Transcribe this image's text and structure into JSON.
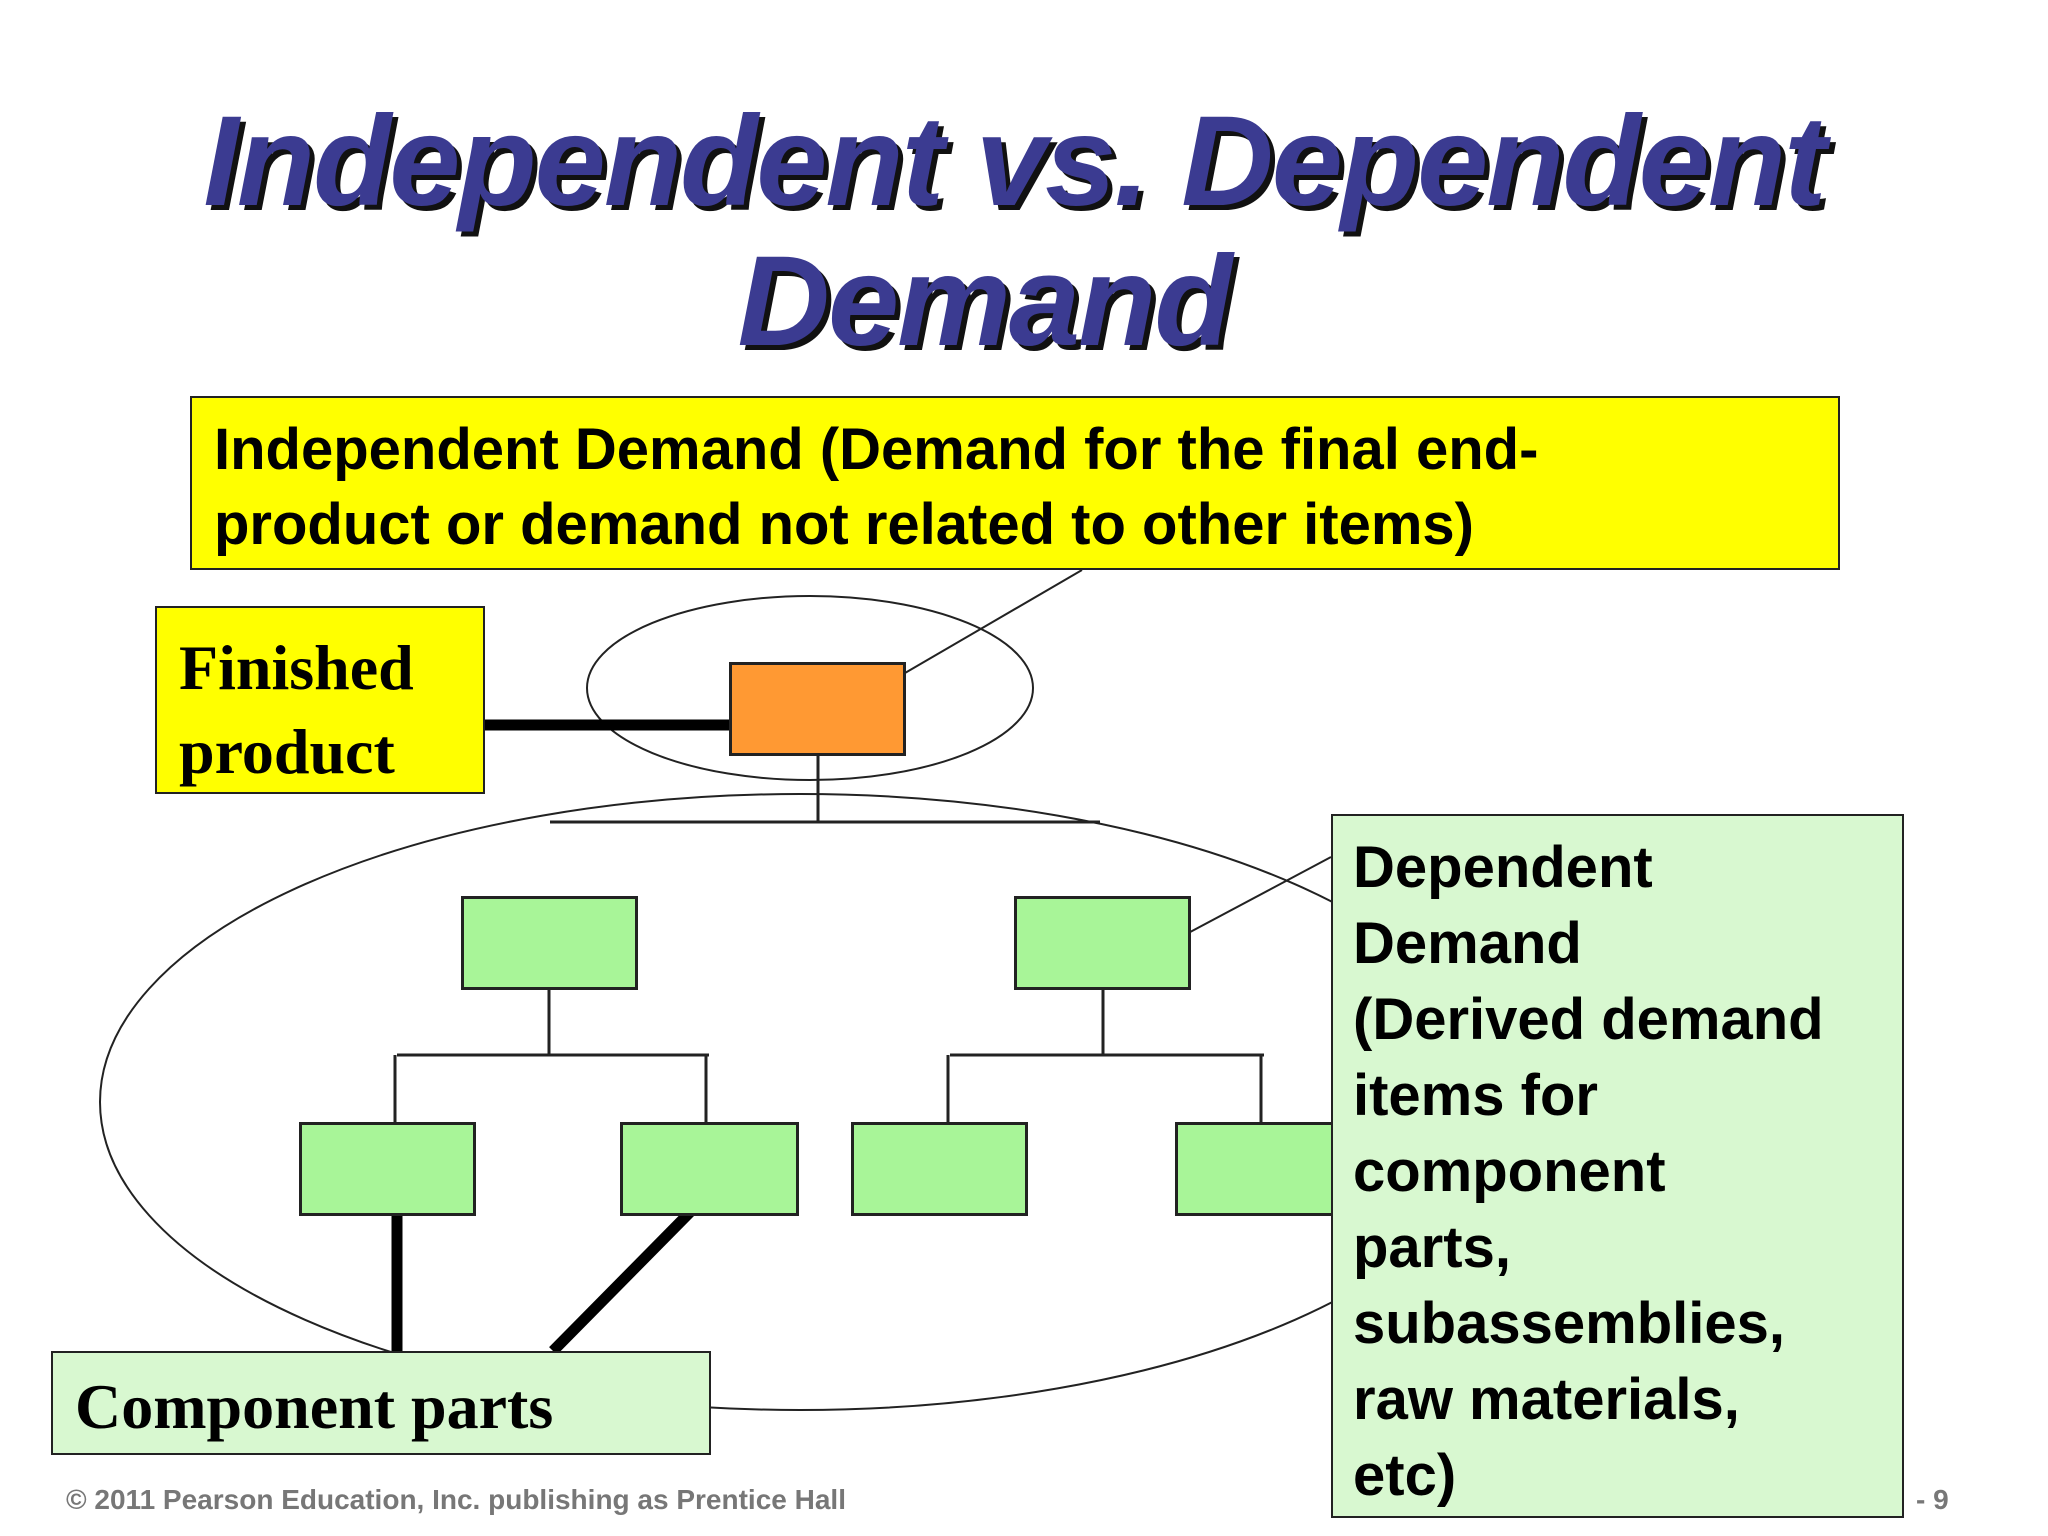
{
  "slide": {
    "title_line1": "Independent vs. Dependent",
    "title_line2": "Demand",
    "independent_box_line1": "Independent Demand (Demand for the final end-",
    "independent_box_line2": "product or demand not related to other items)",
    "finished_product_line1": "Finished",
    "finished_product_line2": "product",
    "component_parts_label": "Component parts",
    "dependent_box_lines": [
      "Dependent",
      "Demand",
      "(Derived demand",
      "items for",
      "component",
      "parts,",
      "subassemblies,",
      "raw materials,",
      "etc)"
    ],
    "footer_copyright": "© 2011 Pearson Education, Inc. publishing as Prentice Hall",
    "footer_page": "- 9"
  },
  "colors": {
    "title": "#3b3b91",
    "callout_yellow": "#ffff00",
    "callout_green": "#d8f8d0",
    "node_green": "#a8f598",
    "node_orange": "#ff9933",
    "footer_text": "#777777"
  }
}
